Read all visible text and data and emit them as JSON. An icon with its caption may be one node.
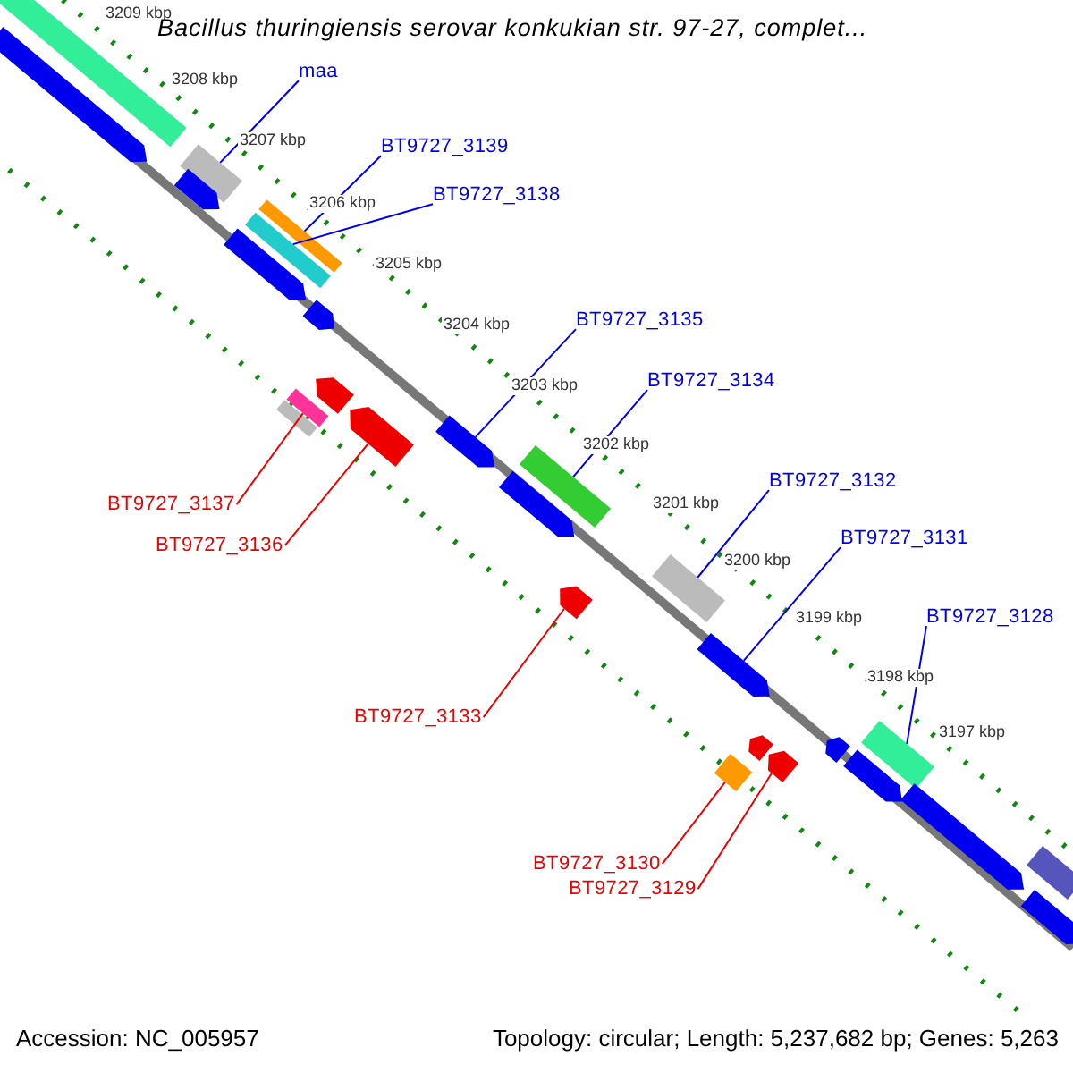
{
  "diagram": {
    "title": "Bacillus thuringiensis serovar konkukian str. 97-27, complet...",
    "nodes": [
      {
        "text": [
          "maa"
        ]
      },
      {
        "text": [
          "BT9727_3139"
        ]
      },
      {
        "text": [
          "BT9727_3138"
        ]
      },
      {
        "text": [
          "BT9727_3135"
        ]
      },
      {
        "text": [
          "BT9727_3134"
        ]
      },
      {
        "text": [
          "BT9727_3132"
        ]
      },
      {
        "text": [
          "BT9727_3137"
        ]
      },
      {
        "text": [
          "BT9727_3131"
        ]
      },
      {
        "text": [
          "BT9727_3136"
        ]
      },
      {
        "text": [
          "BT9727_3128"
        ]
      },
      {
        "text": [
          "BT9727_3133"
        ]
      },
      {
        "text": [
          "BT9727_3130"
        ]
      },
      {
        "text": [
          "BT9727_3129"
        ]
      },
      {
        "text": [],
        "shape": "bar"
      },
      {
        "text": [],
        "shape": "bar"
      },
      {
        "text": [],
        "shape": "bar"
      },
      {
        "text": [],
        "shape": "bar"
      },
      {
        "text": [],
        "shape": "bar"
      },
      {
        "text": [],
        "shape": "bar"
      },
      {
        "text": [],
        "shape": "bar"
      },
      {
        "text": [],
        "shape": "bar"
      },
      {
        "text": [],
        "shape": "bar"
      },
      {
        "text": [],
        "shape": "bar"
      },
      {
        "text": [],
        "shape": "bar"
      },
      {
        "text": [],
        "shape": "bar"
      },
      {
        "text": [],
        "shape": "bar"
      },
      {
        "text": [],
        "shape": "bar"
      },
      {
        "text": [],
        "shape": "bar"
      },
      {
        "text": [],
        "shape": "bar"
      },
      {
        "text": [],
        "shape": "bar"
      },
      {
        "text": [],
        "shape": "bar"
      },
      {
        "text": [],
        "shape": "bar"
      },
      {
        "text": [],
        "shape": "bar"
      },
      {
        "text": [],
        "shape": "bar"
      },
      {
        "text": [],
        "shape": "bar"
      },
      {
        "text": [],
        "shape": "bar"
      },
      {
        "text": [],
        "shape": "bar"
      },
      {
        "text": [],
        "shape": "bar"
      },
      {
        "text": [],
        "shape": "bar"
      },
      {
        "text": [],
        "shape": "bar"
      }
    ],
    "edges": [
      {
        "from": 0,
        "to": 15,
        "arrow": "none"
      },
      {
        "from": 1,
        "to": 17,
        "arrow": "none"
      },
      {
        "from": 2,
        "to": 18,
        "arrow": "none"
      },
      {
        "from": 3,
        "to": 25,
        "arrow": "none"
      },
      {
        "from": 4,
        "to": 26,
        "arrow": "none"
      },
      {
        "from": 5,
        "to": 28,
        "arrow": "none"
      },
      {
        "from": 6,
        "to": 22,
        "arrow": "none",
        "color": "#ee0000"
      },
      {
        "from": 7,
        "to": 30,
        "arrow": "none"
      },
      {
        "from": 8,
        "to": 24,
        "arrow": "none",
        "color": "#ee0000"
      },
      {
        "from": 9,
        "to": 33,
        "arrow": "none"
      },
      {
        "from": 10,
        "to": 29,
        "arrow": "none",
        "color": "#ee0000"
      },
      {
        "from": 11,
        "to": 35,
        "arrow": "none",
        "color": "#ee0000"
      },
      {
        "from": 12,
        "to": 34,
        "arrow": "none",
        "color": "#ee0000"
      }
    ],
    "labels": [
      "3209 kbp",
      "3208 kbp",
      "3207 kbp",
      "3206 kbp",
      "3205 kbp",
      "3204 kbp",
      "3203 kbp",
      "3202 kbp",
      "3201 kbp",
      "3200 kbp",
      "3199 kbp",
      "3198 kbp",
      "3197 kbp",
      "Accession: NC_005957",
      "Topology: circular; Length: 5,237,682 bp; Genes: 5,263"
    ]
  }
}
